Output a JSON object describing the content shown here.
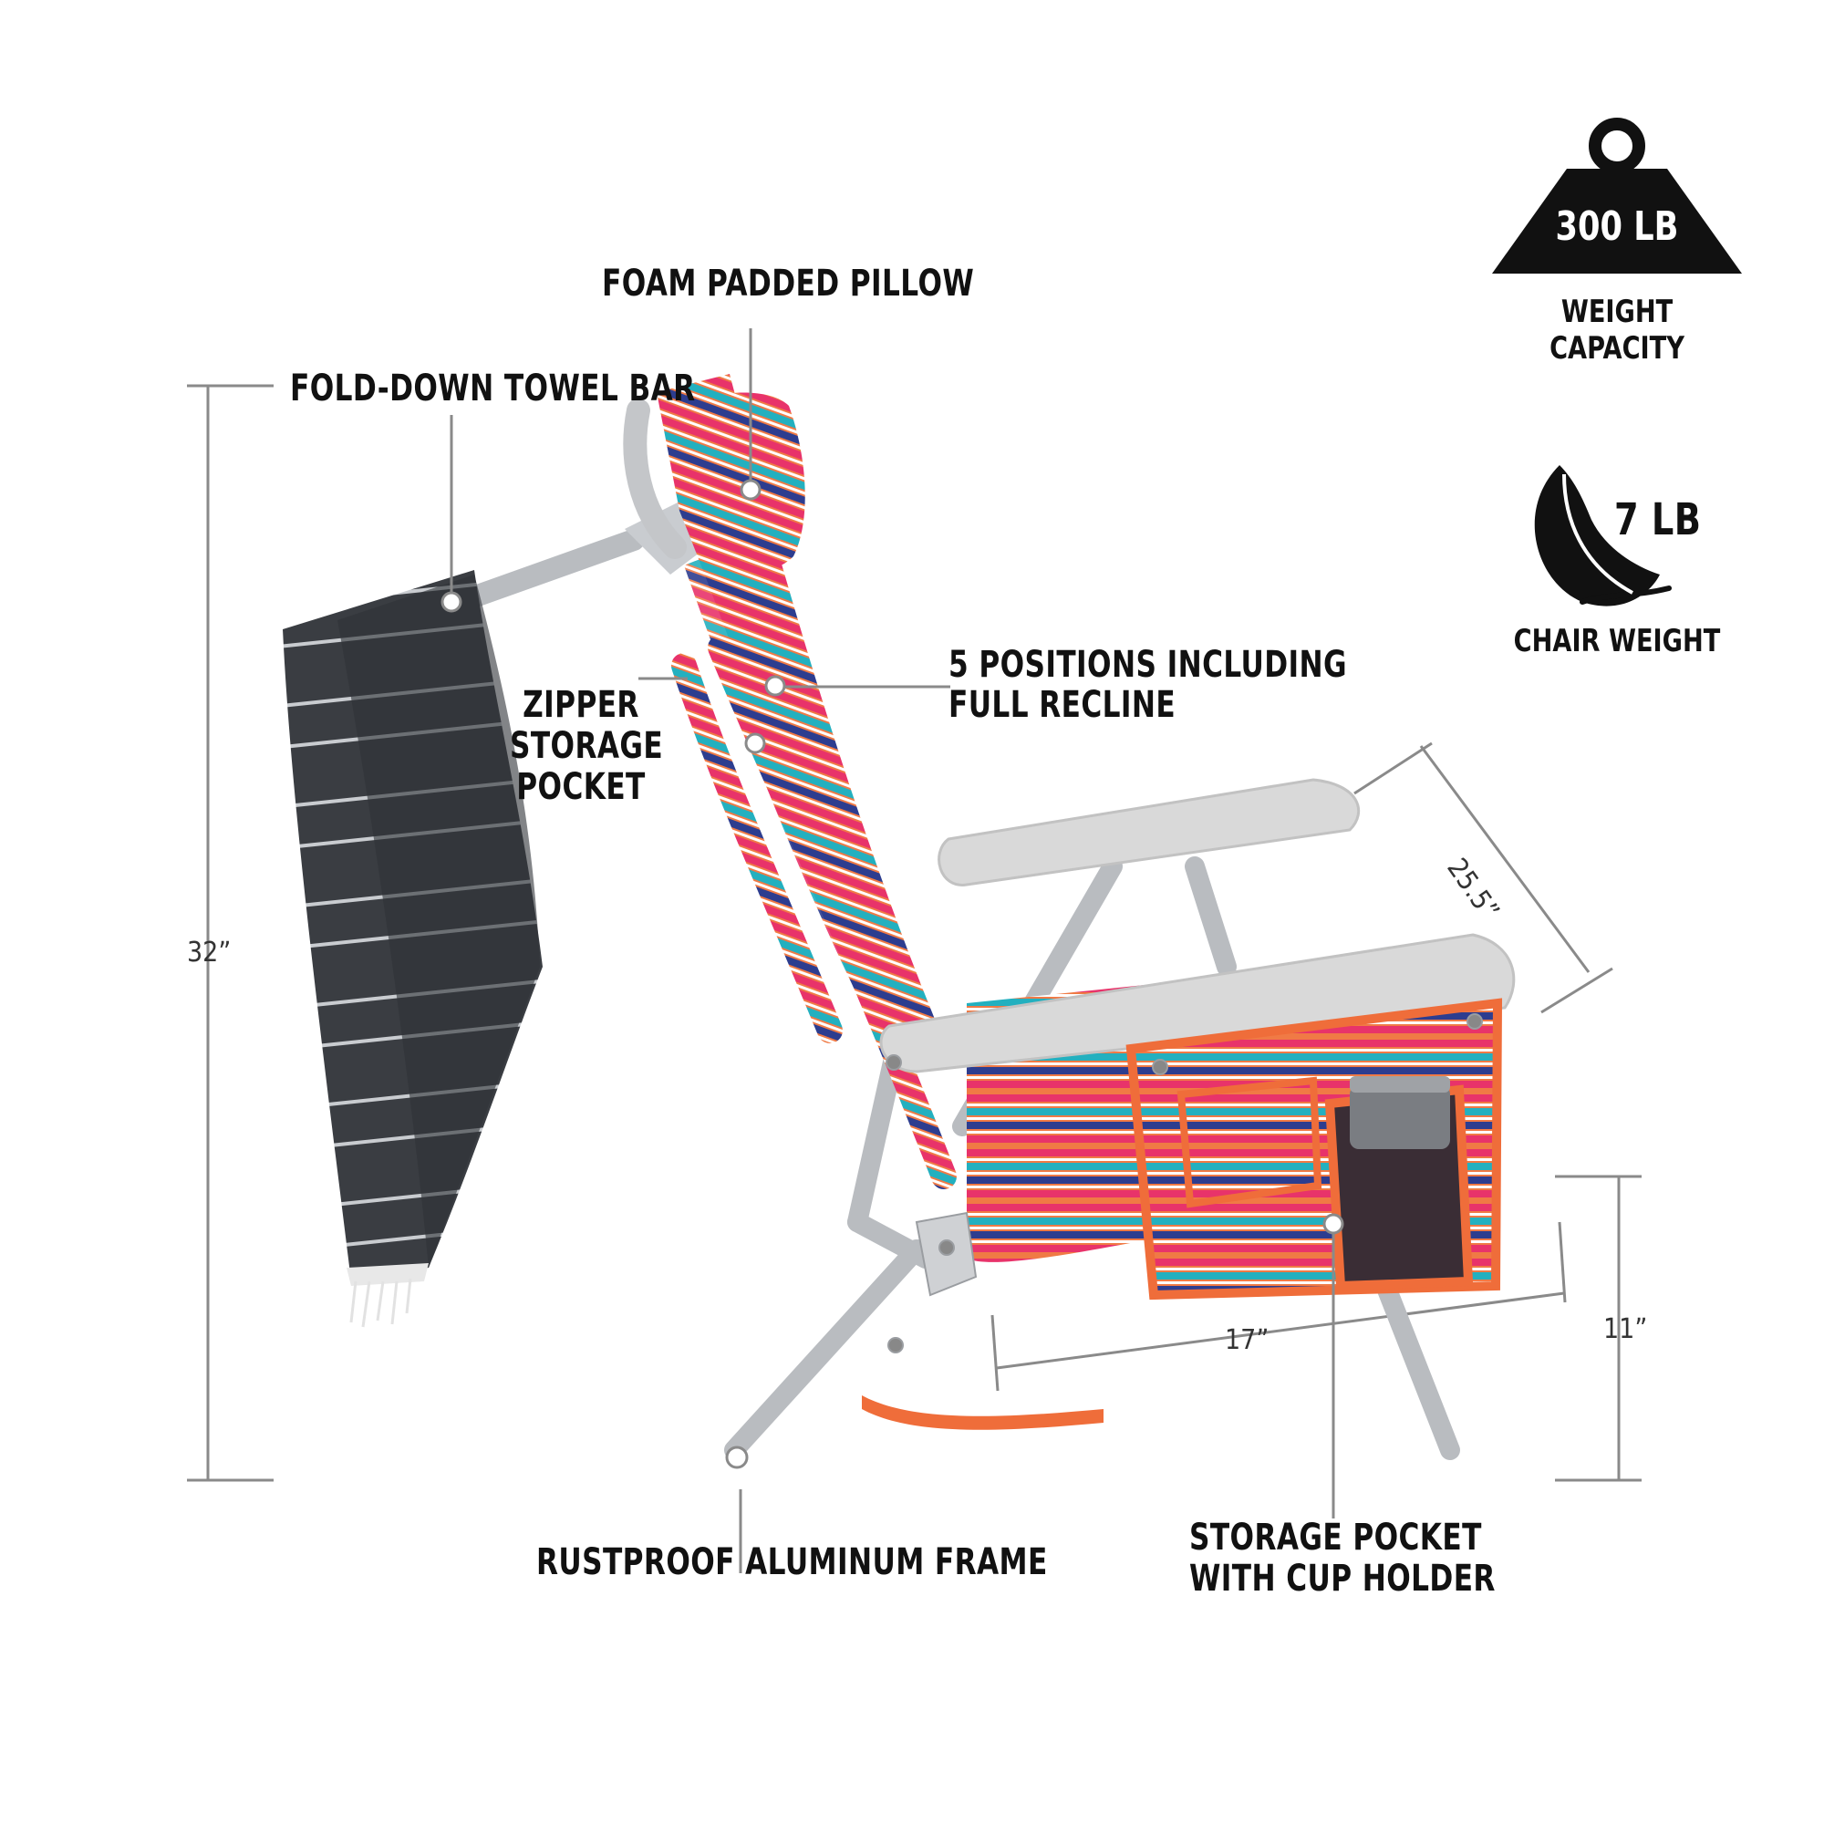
{
  "badges": {
    "weight_capacity": {
      "value": "300 LB",
      "caption": "WEIGHT CAPACITY",
      "icon": "kettlebell-weight-icon"
    },
    "chair_weight": {
      "value": "7 LB",
      "caption": "CHAIR WEIGHT",
      "icon": "feather-icon"
    }
  },
  "callouts": {
    "pillow": "FOAM PADDED PILLOW",
    "towel_bar": "FOLD-DOWN TOWEL BAR",
    "positions_line1": "5 POSITIONS INCLUDING",
    "positions_line2": "FULL RECLINE",
    "zipper_line1": "ZIPPER",
    "zipper_line2": "STORAGE",
    "zipper_line3": "POCKET",
    "frame": "RUSTPROOF ALUMINUM FRAME",
    "cup_line1": "STORAGE POCKET",
    "cup_line2": "WITH CUP HOLDER"
  },
  "dimensions": {
    "height": "32”",
    "depth": "25.5”",
    "width": "17”",
    "seat_height": "11”"
  },
  "colors": {
    "stripe_pink": "#e8336a",
    "stripe_orange": "#f07a45",
    "stripe_teal": "#23b0bf",
    "stripe_navy": "#2d3d8f",
    "frame": "#b9bcc0",
    "armrest": "#d9d9d9",
    "towel": "#3a3d42",
    "trim": "#ef6d3a"
  }
}
